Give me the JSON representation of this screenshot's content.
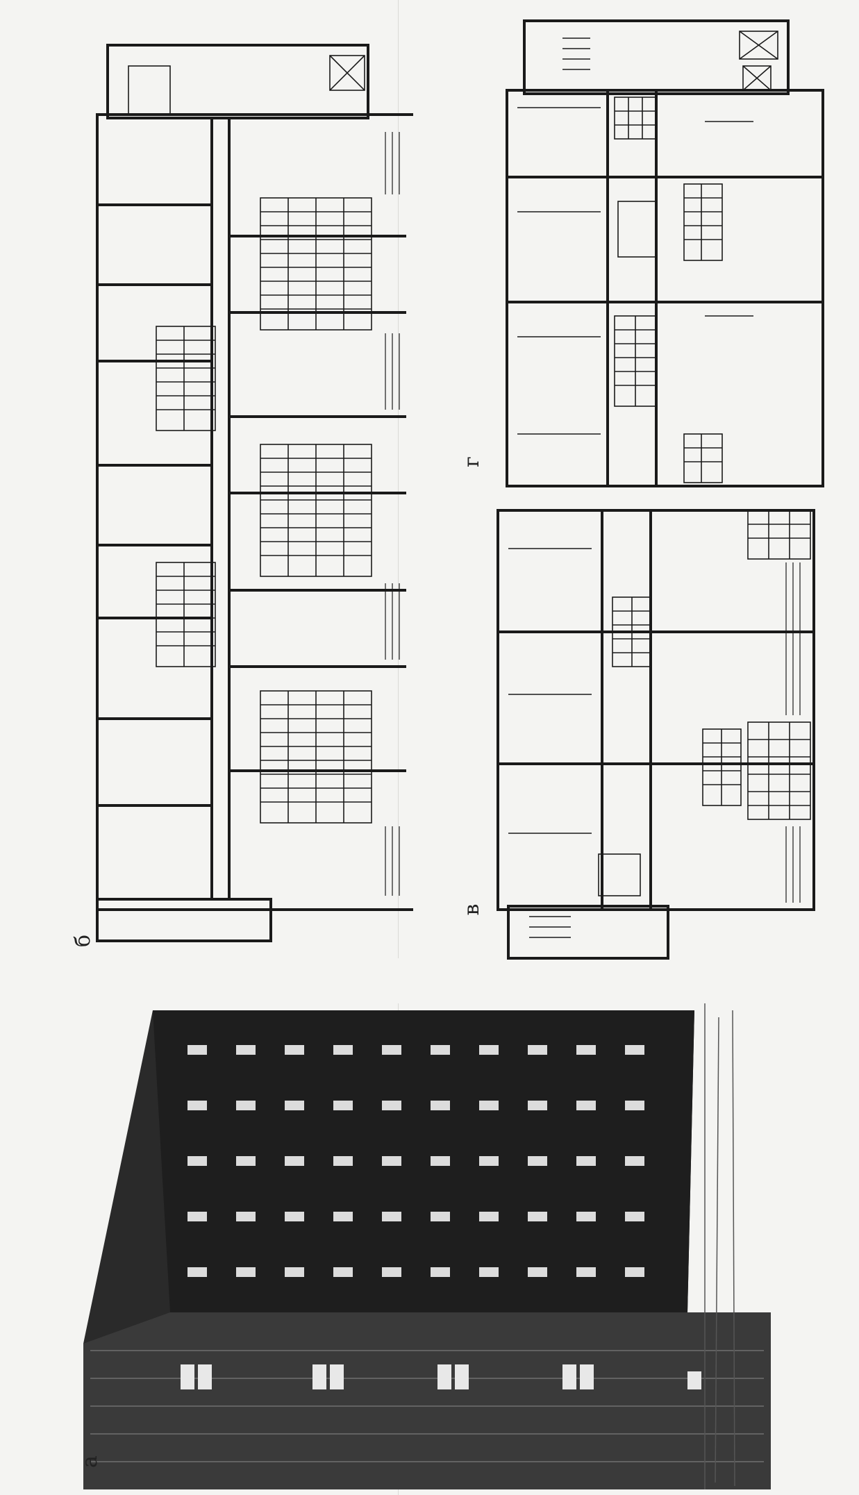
{
  "page": {
    "background": "#f4f4f2",
    "ink": "#1a1a1a"
  },
  "figure": {
    "panels": [
      {
        "id": "a",
        "label": "а"
      },
      {
        "id": "b",
        "label": "б"
      },
      {
        "id": "v",
        "label": "в"
      },
      {
        "id": "g",
        "label": "г"
      }
    ]
  }
}
